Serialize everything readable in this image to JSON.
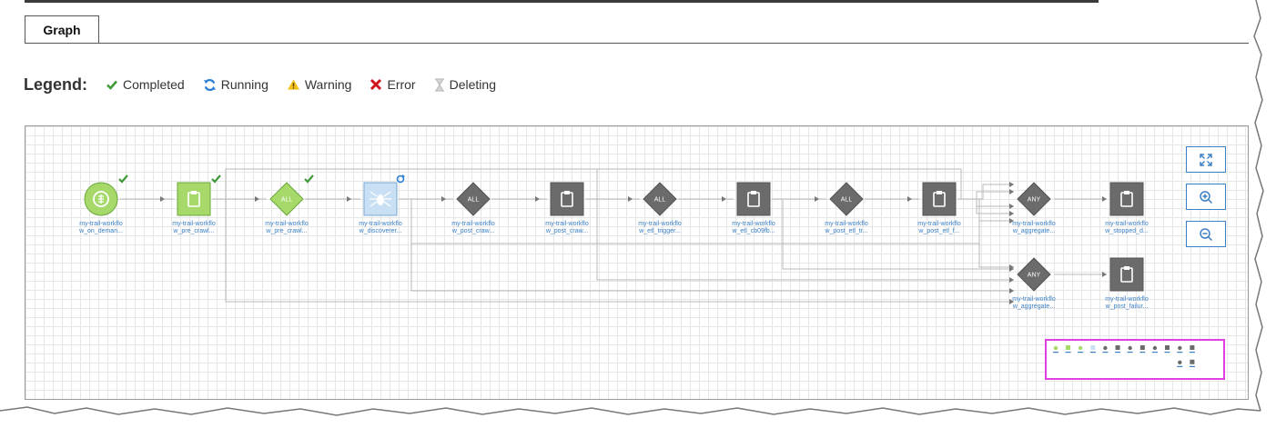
{
  "tabs": [
    {
      "label": "Graph",
      "active": true
    }
  ],
  "legend": {
    "title": "Legend:",
    "items": [
      {
        "label": "Completed",
        "icon": "check-icon",
        "color": "#3d9b35"
      },
      {
        "label": "Running",
        "icon": "refresh-icon",
        "color": "#2a7fd4"
      },
      {
        "label": "Warning",
        "icon": "warning-icon",
        "color": "#f2c21b"
      },
      {
        "label": "Error",
        "icon": "x-icon",
        "color": "#d0121b"
      },
      {
        "label": "Deleting",
        "icon": "hourglass-icon",
        "color": "#bdbdbd"
      }
    ]
  },
  "graph": {
    "nodes": [
      {
        "id": "n1",
        "type": "trigger",
        "state": "completed",
        "label1": "my-trail-workflo",
        "label2": "w_on_deman..."
      },
      {
        "id": "n2",
        "type": "job",
        "state": "completed",
        "label1": "my-trail-workflo",
        "label2": "w_pre_crawl..."
      },
      {
        "id": "n3",
        "type": "condition",
        "text": "ALL",
        "state": "completed",
        "label1": "my-trail-workflo",
        "label2": "w_pre_crawl..."
      },
      {
        "id": "n4",
        "type": "crawler",
        "state": "running",
        "label1": "my-trail-workflo",
        "label2": "w_discoverer..."
      },
      {
        "id": "n5",
        "type": "condition",
        "text": "ALL",
        "state": "idle",
        "label1": "my-trail-workflo",
        "label2": "w_post_craw..."
      },
      {
        "id": "n6",
        "type": "job",
        "state": "idle",
        "label1": "my-trail-workflo",
        "label2": "w_post_craw..."
      },
      {
        "id": "n7",
        "type": "condition",
        "text": "ALL",
        "state": "idle",
        "label1": "my-trail-workflo",
        "label2": "w_etl_trigger..."
      },
      {
        "id": "n8",
        "type": "job",
        "state": "idle",
        "label1": "my-trail-workflo",
        "label2": "w_etl_cb09fb..."
      },
      {
        "id": "n9",
        "type": "condition",
        "text": "ALL",
        "state": "idle",
        "label1": "my-trail-workflo",
        "label2": "w_post_etl_tr..."
      },
      {
        "id": "n10",
        "type": "job",
        "state": "idle",
        "label1": "my-trail-workflo",
        "label2": "w_post_etl_f..."
      },
      {
        "id": "n11",
        "type": "condition",
        "text": "ANY",
        "state": "idle",
        "label1": "my-trail-workflo",
        "label2": "w_aggregate..."
      },
      {
        "id": "n12",
        "type": "job",
        "state": "idle",
        "label1": "my-trail-workflo",
        "label2": "w_stopped_d..."
      },
      {
        "id": "n13",
        "type": "condition",
        "text": "ANY",
        "state": "idle",
        "label1": "my-trail-workflo",
        "label2": "w_aggregate..."
      },
      {
        "id": "n14",
        "type": "job",
        "state": "idle",
        "label1": "my-trail-workflo",
        "label2": "w_post_failur..."
      }
    ]
  },
  "zoom_controls": [
    {
      "name": "fit-to-screen-button",
      "icon": "expand-icon"
    },
    {
      "name": "zoom-in-button",
      "icon": "zoom-in-icon"
    },
    {
      "name": "zoom-out-button",
      "icon": "zoom-out-icon"
    }
  ],
  "colors": {
    "completed_fill": "#a6d96a",
    "running_fill": "#c9dff3",
    "idle_fill": "#6b6b6b",
    "accent": "#3b7fc4",
    "minimap_border": "#e040e0"
  }
}
